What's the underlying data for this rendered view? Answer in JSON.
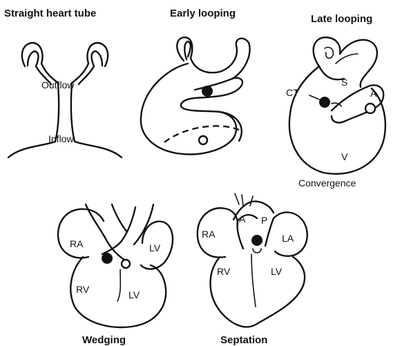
{
  "panels": {
    "straight": {
      "title": "Straight heart tube",
      "outflow": "Outflow",
      "inflow": "Inflow"
    },
    "early": {
      "title": "Early looping"
    },
    "late": {
      "title": "Late looping",
      "ct": "CT",
      "s": "S",
      "a": "A",
      "v": "V",
      "caption": "Convergence"
    },
    "wedging": {
      "ra": "RA",
      "lv_top": "LV",
      "rv": "RV",
      "lv_bottom": "LV",
      "caption": "Wedging"
    },
    "septation": {
      "ra": "RA",
      "a": "A",
      "p": "P",
      "la": "LA",
      "rv": "RV",
      "lv": "LV",
      "caption": "Septation"
    }
  }
}
